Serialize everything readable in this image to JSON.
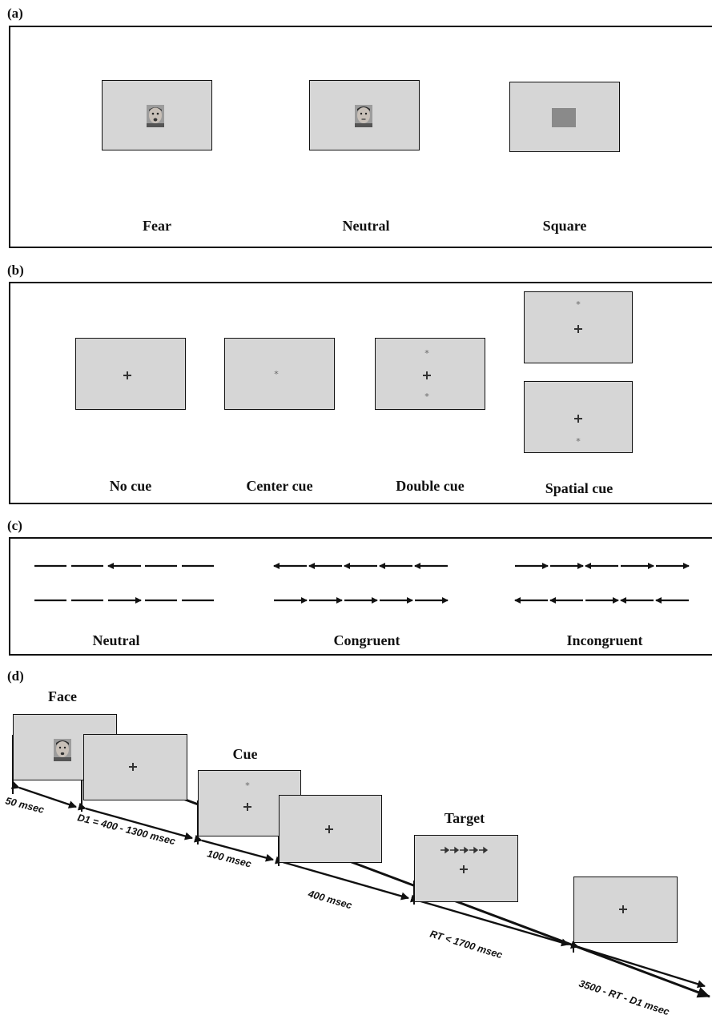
{
  "panels": {
    "a": {
      "label": "(a)",
      "captions": [
        "Fear",
        "Neutral",
        "Square"
      ]
    },
    "b": {
      "label": "(b)",
      "captions": [
        "No cue",
        "Center cue",
        "Double cue",
        "Spatial cue"
      ],
      "symbols": {
        "fixation": "+",
        "cue": "*"
      }
    },
    "c": {
      "label": "(c)",
      "captions": [
        "Neutral",
        "Congruent",
        "Incongruent"
      ],
      "flanker_rows": {
        "neutral": [
          "— — ← — —",
          "— — → — —"
        ],
        "congruent": [
          "← ← ← ← ←",
          "→ → → → →"
        ],
        "incongruent": [
          "→ → ← → →",
          "← ← → ← ←"
        ]
      }
    },
    "d": {
      "label": "(d)",
      "event_titles": [
        "Face",
        "Cue",
        "Target"
      ],
      "durations": [
        "50 msec",
        "D1 = 400 - 1300 msec",
        "100 msec",
        "400 msec",
        "RT < 1700 msec",
        "3500 - RT - D1 msec"
      ]
    }
  },
  "colors": {
    "screen": "#d6d6d6",
    "square": "#8a8a8a",
    "line": "#111111"
  }
}
